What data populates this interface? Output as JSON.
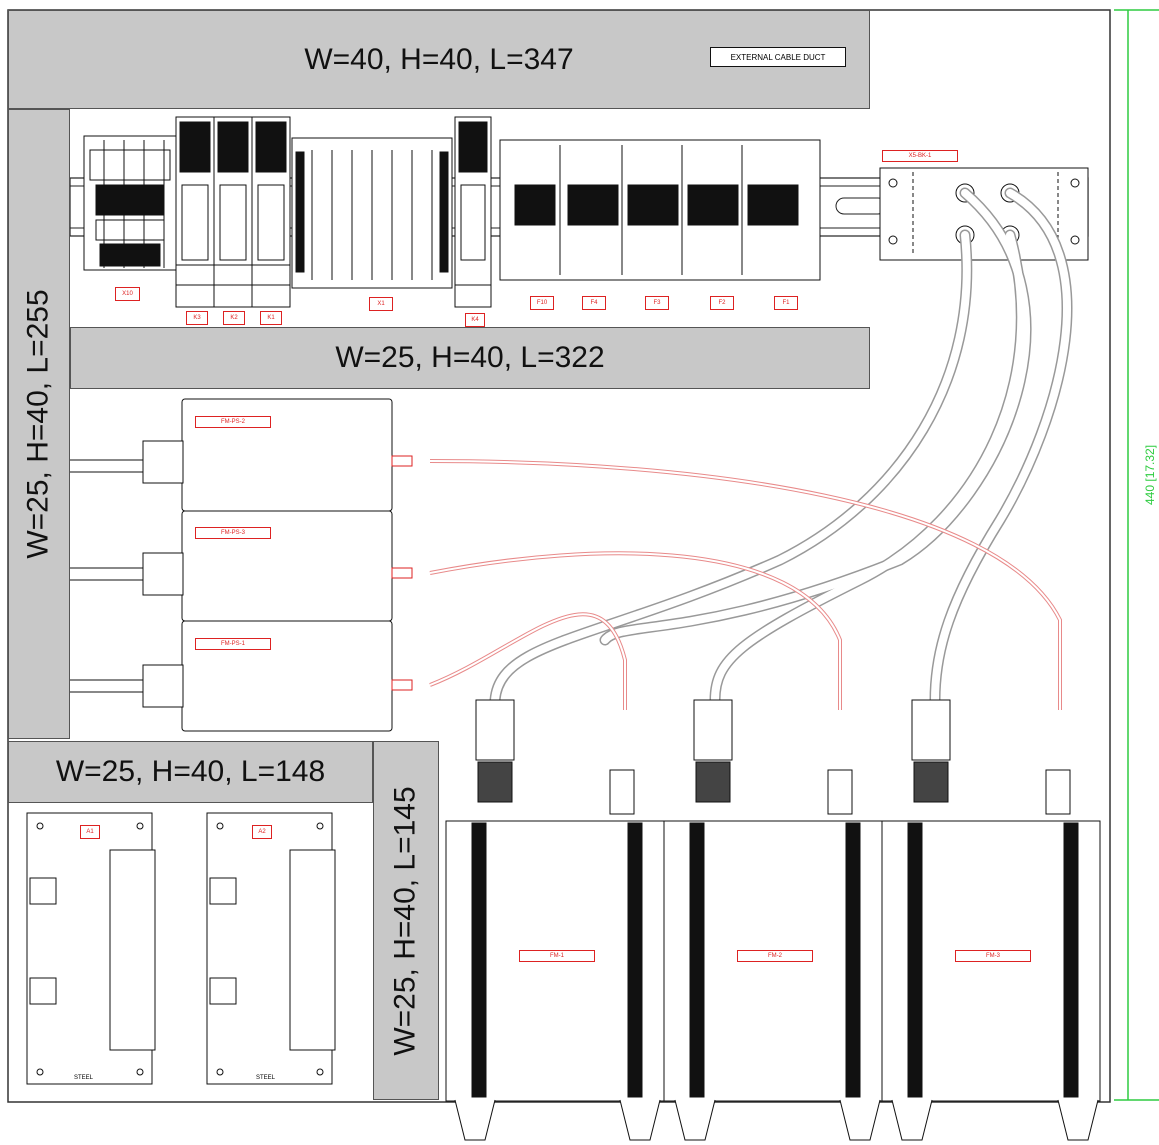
{
  "ducts": {
    "top": "W=40, H=40, L=347",
    "left_vertical": "W=25, H=40, L=255",
    "middle": "W=25, H=40, L=322",
    "bottom_left": "W=25, H=40, L=148",
    "bottom_vertical": "W=25, H=40, L=145"
  },
  "external_label": "EXTERNAL CABLE DUCT",
  "dimension": "440 [17.32]",
  "din_rail_tags": [
    "X10",
    "K3",
    "K2",
    "K1",
    "K4",
    "X1",
    "F10",
    "F4",
    "F3",
    "F2",
    "F1"
  ],
  "bulkhead_tag": "X5-BK-1",
  "power_supplies": [
    "FM-PS-2",
    "FM-PS-3",
    "FM-PS-1"
  ],
  "boards": [
    "A1",
    "A2"
  ],
  "board_footer": "STEEL",
  "modules": [
    "FM-1",
    "FM-2",
    "FM-3"
  ],
  "colors": {
    "duct": "#c8c8c8",
    "tag": "#dd2222",
    "dimension": "#2ecc40",
    "cable_red": "#e88a8a"
  }
}
